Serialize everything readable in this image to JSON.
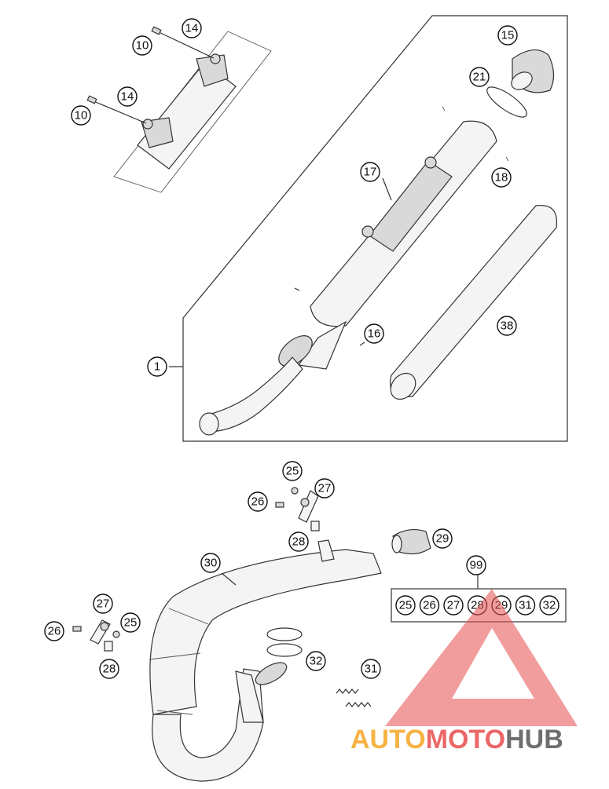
{
  "callouts": {
    "c10a": "10",
    "c14a": "14",
    "c10b": "10",
    "c14b": "14",
    "c15": "15",
    "c21": "21",
    "c17": "17",
    "c18": "18",
    "c16": "16",
    "c38": "38",
    "c1": "1",
    "c25a": "25",
    "c27a": "27",
    "c26a": "26",
    "c28a": "28",
    "c29": "29",
    "c30": "30",
    "c99": "99",
    "c27b": "27",
    "c25b": "25",
    "c26b": "26",
    "c28b": "28",
    "c32": "32",
    "c31": "31"
  },
  "kit": [
    "25",
    "26",
    "27",
    "28",
    "29",
    "31",
    "32"
  ],
  "watermark": {
    "part1": "AUTO",
    "part2": "MOTO",
    "part3": "HUB",
    "color_red": "#e84c4c",
    "color_orange": "#f5a623",
    "color_gray": "#555555"
  }
}
